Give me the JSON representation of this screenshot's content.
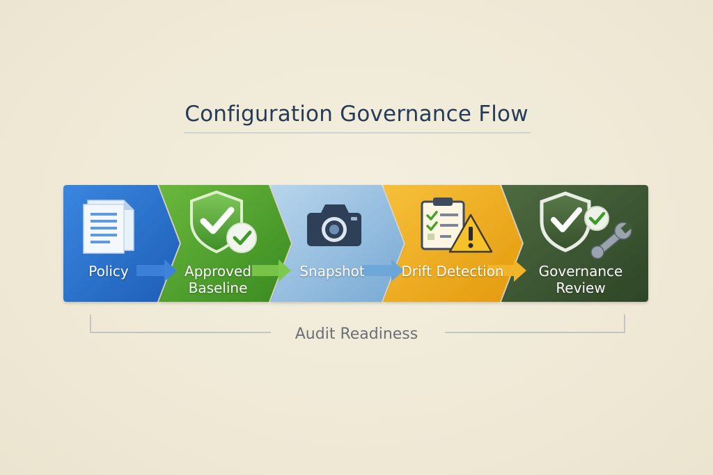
{
  "title": "Configuration Governance Flow",
  "stages": [
    {
      "label_line1": "Policy",
      "label_line2": "",
      "icon": "document-icon",
      "color": "#2a6fc4"
    },
    {
      "label_line1": "Approved",
      "label_line2": "Baseline",
      "icon": "shield-check-icon",
      "color": "#4f9a2e"
    },
    {
      "label_line1": "Snapshot",
      "label_line2": "",
      "icon": "camera-icon",
      "color": "#8fb9dc"
    },
    {
      "label_line1": "Drift Detection",
      "label_line2": "",
      "icon": "checklist-warning-icon",
      "color": "#eaa417"
    },
    {
      "label_line1": "Governance",
      "label_line2": "Review",
      "icon": "shield-wrench-icon",
      "color": "#3f5a35"
    }
  ],
  "bracket_label": "Audit Readiness"
}
